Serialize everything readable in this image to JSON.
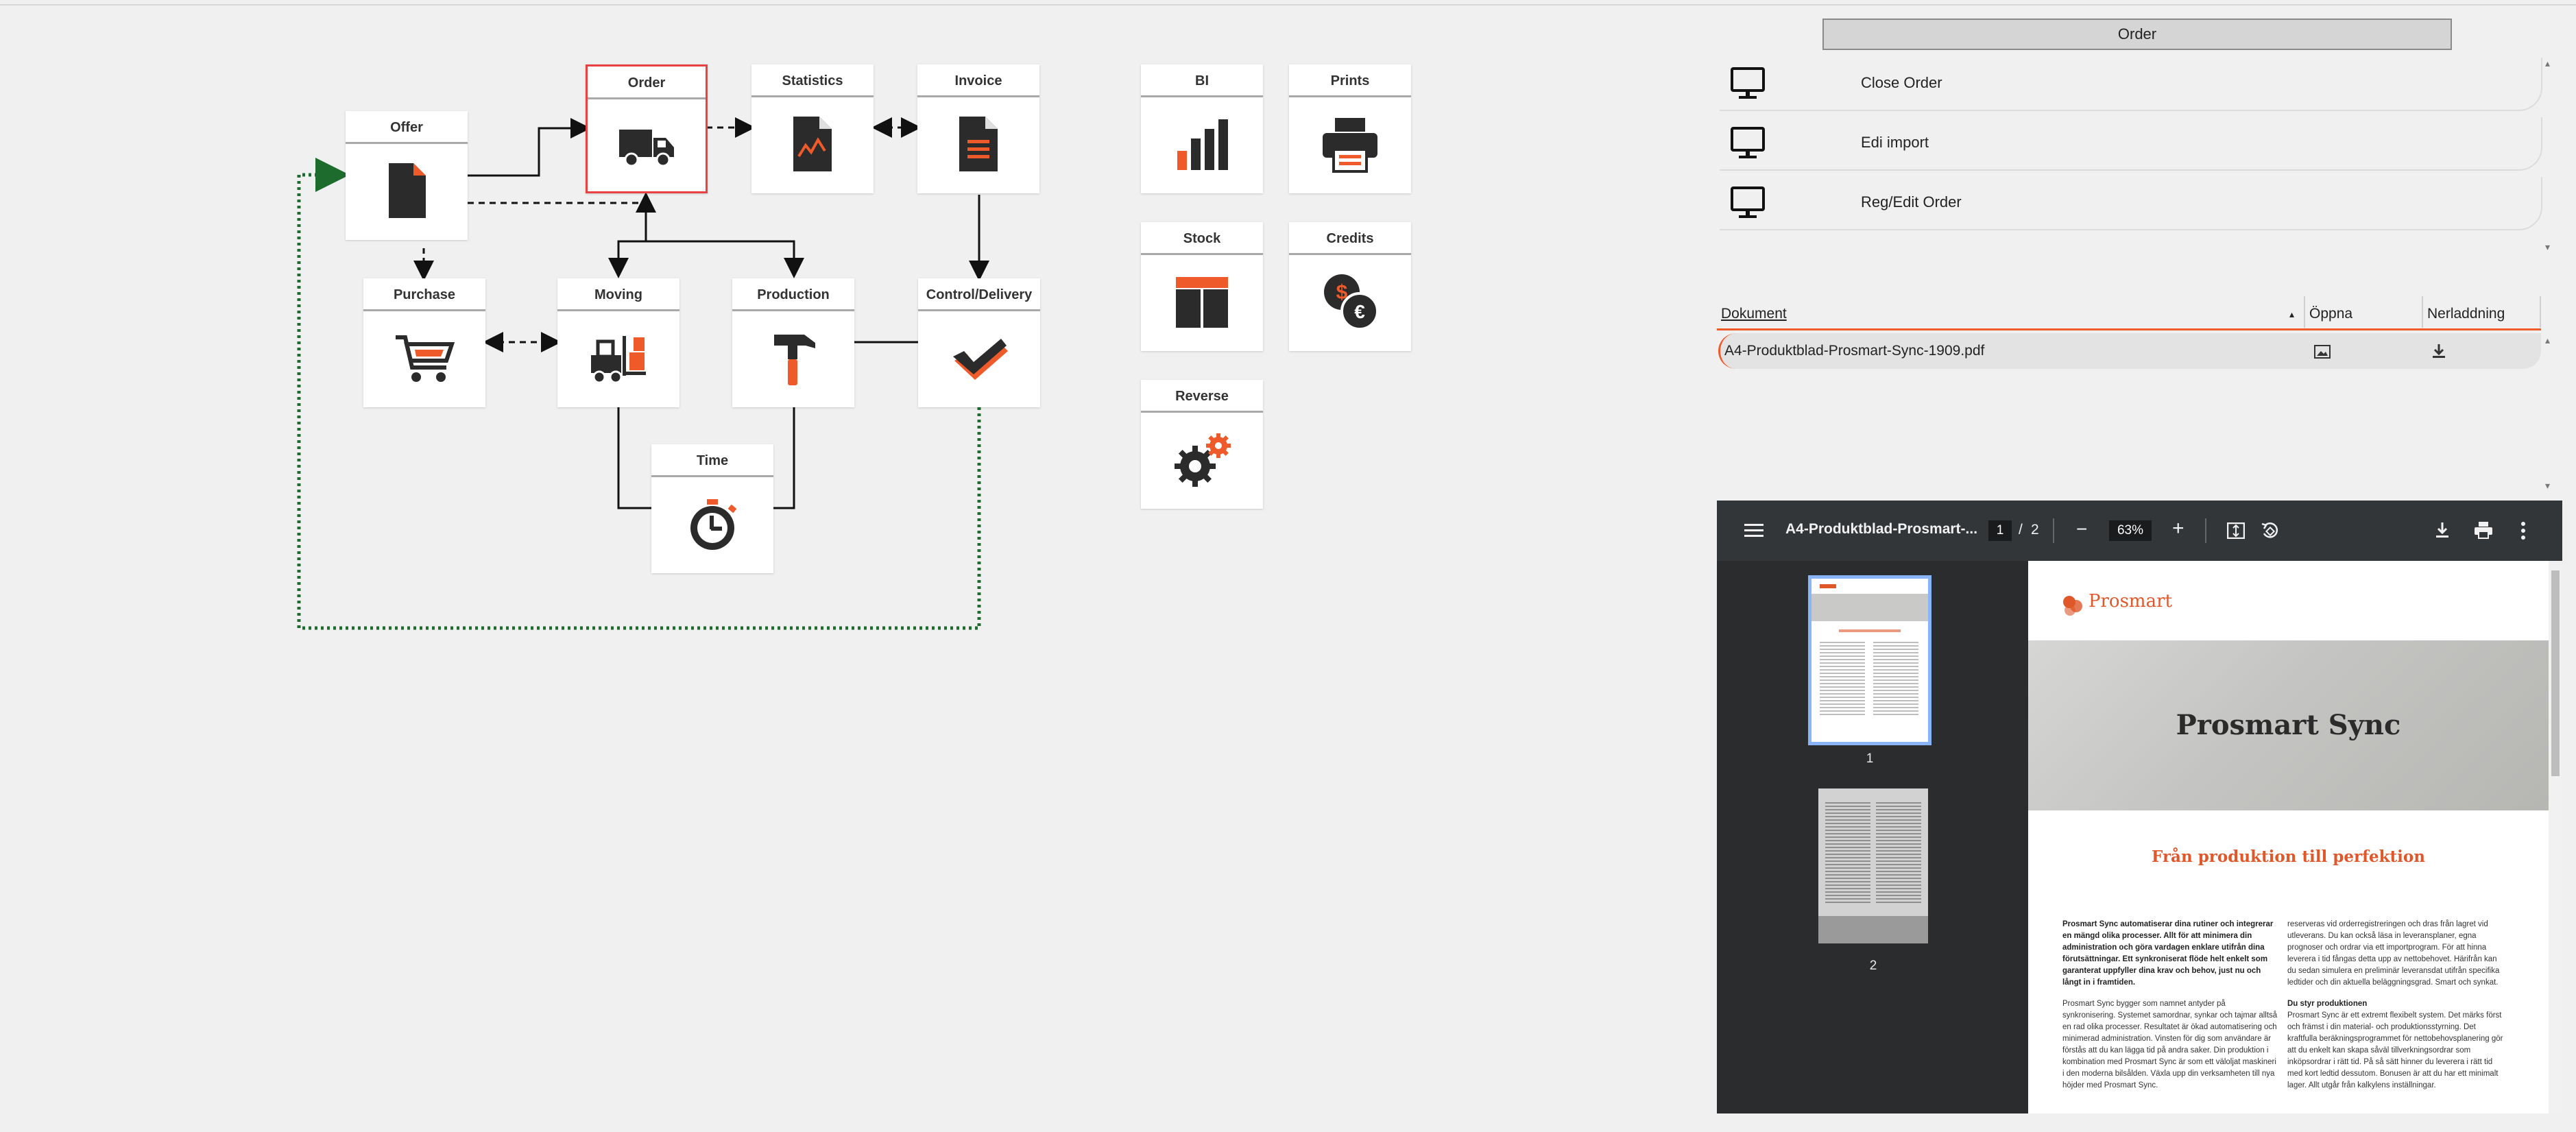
{
  "diagram": {
    "nodes": {
      "offer": "Offer",
      "order": "Order",
      "statistics": "Statistics",
      "invoice": "Invoice",
      "purchase": "Purchase",
      "moving": "Moving",
      "production": "Production",
      "control_delivery": "Control/Delivery",
      "time": "Time",
      "bi": "BI",
      "prints": "Prints",
      "stock": "Stock",
      "credits": "Credits",
      "reverse": "Reverse"
    },
    "active_node": "Order"
  },
  "panel": {
    "order_button": "Order",
    "actions": [
      "Close Order",
      "Edi import",
      "Reg/Edit Order"
    ]
  },
  "documents": {
    "headers": {
      "name": "Dokument",
      "open": "Öppna",
      "download": "Nerladdning"
    },
    "rows": [
      {
        "name": "A4-Produktblad-Prosmart-Sync-1909.pdf"
      }
    ]
  },
  "pdf": {
    "title": "A4-Produktblad-Prosmart-...",
    "page": "1",
    "separator": "/",
    "pages": "2",
    "zoom": "63%",
    "thumb_labels": [
      "1",
      "2"
    ],
    "doc": {
      "brand": "Prosmart",
      "title": "Prosmart Sync",
      "subtitle": "Från produktion till perfektion",
      "left_intro": "Prosmart Sync automatiserar dina rutiner och integrerar en mängd olika processer. Allt för att minimera din administration och göra vardagen enklare utifrån dina förutsättningar. Ett synkroniserat flöde helt enkelt som garanterat uppfyller dina krav och behov, just nu och långt in i framtiden.",
      "left_body": "Prosmart Sync bygger som namnet antyder på synkronisering. Systemet samordnar, synkar och tajmar alltså en rad olika processer. Resultatet är ökad automatisering och minimerad administration. Vinsten för dig som användare är förstås att du kan lägga tid på andra saker. Din produktion i kombination med Prosmart Sync är som ett väloljat maskineri i den moderna bilsålden. Växla upp din verksamheten till nya höjder med Prosmart Sync.",
      "right_intro": "reserveras vid orderregistreringen och dras från lagret vid utleverans. Du kan också läsa in leveransplaner, egna prognoser och ordrar via ett importprogram. För att hinna leverera i tid fångas detta upp av nettobehovet. Härifrån kan du sedan simulera en preliminär leveransdat utifrån specifika ledtider och din aktuella beläggningsgrad. Smart och synkat.",
      "right_heading": "Du styr produktionen",
      "right_body": "Prosmart Sync är ett extremt flexibelt system. Det märks först och främst i din material- och produktionsstyrning. Det kraftfulla beräkningsprogrammet för nettobehovsplanering gör att du enkelt kan skapa såväl tillverkningsordrar som inköpsordrar i rätt tid. På så sätt hinner du leverera i rätt tid med kort ledtid dessutom. Bonusen är att du har ett minimalt lager. Allt utgår från kalkylens inställningar."
    }
  },
  "colors": {
    "accent": "#ef5a2a",
    "icon_dark": "#2b2b2b",
    "active_border": "#e84242",
    "loop_line": "#1e6b2e"
  }
}
